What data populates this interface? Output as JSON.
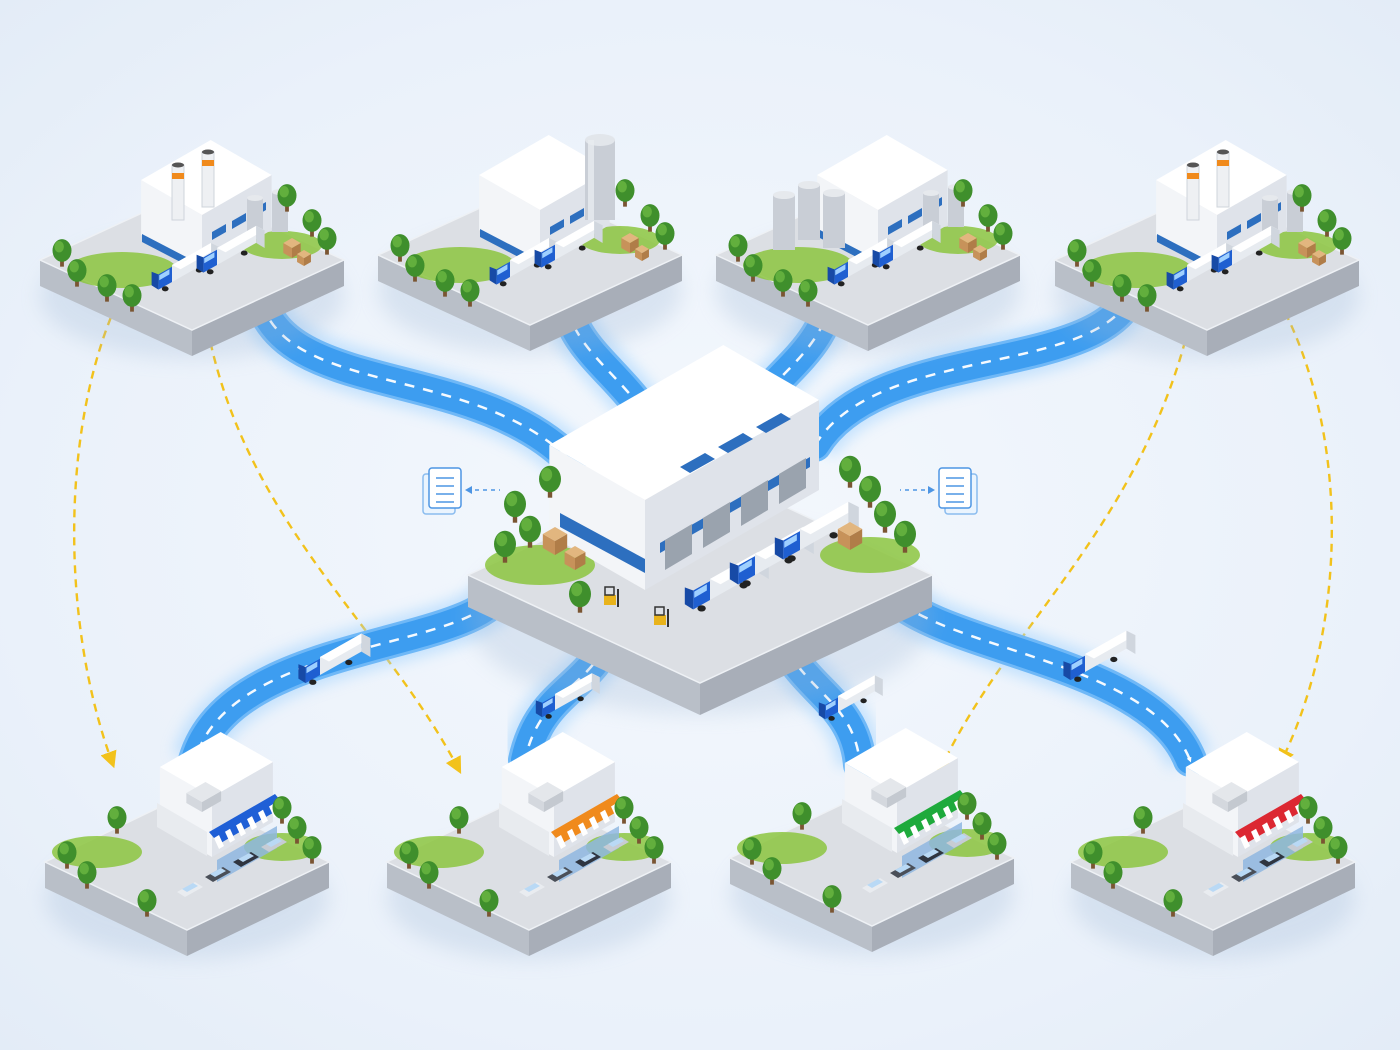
{
  "colors": {
    "background": "#eef4fb",
    "road": "#3d9df0",
    "road_glow": "#9fd2ff",
    "road_dash": "#ffffff",
    "info_flow": "#f2c21b",
    "platform_top": "#dcdfe4",
    "platform_side": "#a8aeb8",
    "grass": "#8cc63f",
    "tree": "#3f8f2c",
    "building": "#f3f5f8",
    "window": "#2d6fbf",
    "truck_cab": "#1f5fd1",
    "truck_box": "#ffffff",
    "crate": "#d9a86a"
  },
  "nodes": {
    "factories": [
      {
        "name": "factory-1",
        "style": "smokestack-factory",
        "icon": "factory-icon"
      },
      {
        "name": "factory-2",
        "style": "silo-factory",
        "icon": "factory-icon"
      },
      {
        "name": "factory-3",
        "style": "tank-factory",
        "icon": "factory-icon"
      },
      {
        "name": "factory-4",
        "style": "smokestack-factory",
        "icon": "factory-icon"
      }
    ],
    "hub": {
      "name": "distribution-center",
      "icon": "warehouse-icon"
    },
    "stores": [
      {
        "name": "store-1",
        "awning_color": "#1f5fd6",
        "icon": "store-icon"
      },
      {
        "name": "store-2",
        "awning_color": "#f08a1c",
        "icon": "store-icon"
      },
      {
        "name": "store-3",
        "awning_color": "#1eaa3c",
        "icon": "store-icon"
      },
      {
        "name": "store-4",
        "awning_color": "#dc2832",
        "icon": "store-icon"
      }
    ],
    "documents": [
      {
        "name": "document-left",
        "icon": "document-icon"
      },
      {
        "name": "document-right",
        "icon": "document-icon"
      }
    ]
  },
  "links": {
    "roads_inbound": [
      {
        "from": "factory-1",
        "to": "distribution-center"
      },
      {
        "from": "factory-2",
        "to": "distribution-center"
      },
      {
        "from": "factory-3",
        "to": "distribution-center"
      },
      {
        "from": "factory-4",
        "to": "distribution-center"
      }
    ],
    "roads_outbound": [
      {
        "from": "distribution-center",
        "to": "store-1"
      },
      {
        "from": "distribution-center",
        "to": "store-2"
      },
      {
        "from": "distribution-center",
        "to": "store-3"
      },
      {
        "from": "distribution-center",
        "to": "store-4"
      }
    ],
    "information_flows": [
      {
        "from": "factory-1",
        "to": "store-1"
      },
      {
        "from": "factory-1",
        "to": "store-2"
      },
      {
        "from": "factory-4",
        "to": "store-3"
      },
      {
        "from": "factory-4",
        "to": "store-4"
      }
    ]
  }
}
